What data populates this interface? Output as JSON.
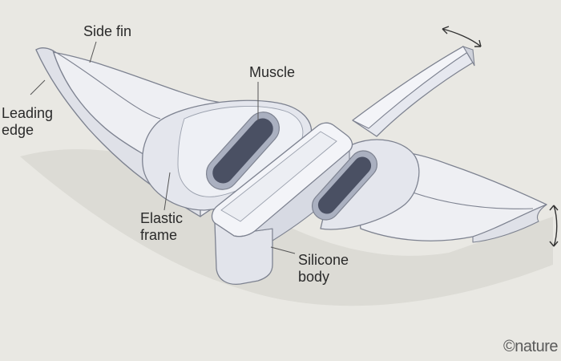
{
  "labels": {
    "side_fin": "Side fin",
    "muscle": "Muscle",
    "leading_edge": [
      "Leading",
      "edge"
    ],
    "elastic_frame": [
      "Elastic",
      "frame"
    ],
    "silicone_body": [
      "Silicone",
      "body"
    ]
  },
  "credit": "©nature",
  "colors": {
    "background": "#e9e8e3",
    "shadow": "#dcdbd5",
    "fin_fill": "#eeeff3",
    "frame_fill": "#e4e6ed",
    "top_fill": "#f3f4f8",
    "outline": "#7d8290",
    "muscle_dark": "#4a5063",
    "muscle_ring": "#aab0c0"
  }
}
